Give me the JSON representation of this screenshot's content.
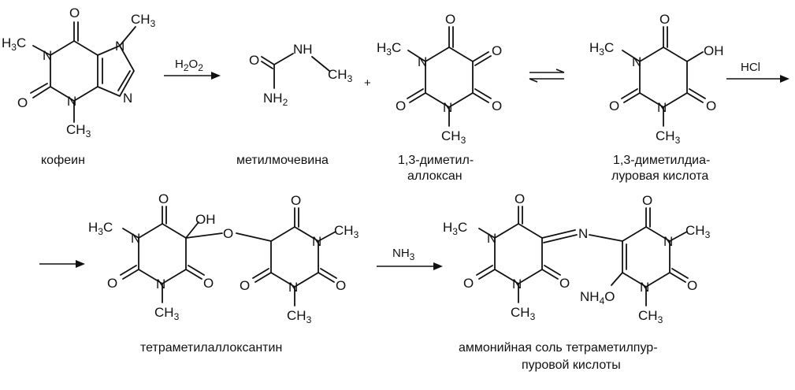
{
  "compounds": {
    "caffeine": "кофеин",
    "methylurea": "метилмочевина",
    "dimethylalloxan_l1": "1,3-диметил-",
    "dimethylalloxan_l2": "аллоксан",
    "dimethyldialuric_l1": "1,3-диметилдиа-",
    "dimethyldialuric_l2": "луровая кислота",
    "tetramethylalloxantin": "тетраметилаллоксантин",
    "ammonium_salt_l1": "аммонийная соль тетраметилпур-",
    "ammonium_salt_l2": "пуровой кислоты"
  },
  "reagents": {
    "oxidant": "H2O2",
    "acid": "HCl",
    "ammonia": "NH3",
    "plus": "+"
  },
  "atoms": {
    "O": "O",
    "N": "N",
    "H": "H",
    "C": "C",
    "OH": "OH",
    "NH": "NH",
    "NH2": "NH",
    "NH4": "NH",
    "two": "2",
    "three": "3",
    "four": "4"
  }
}
